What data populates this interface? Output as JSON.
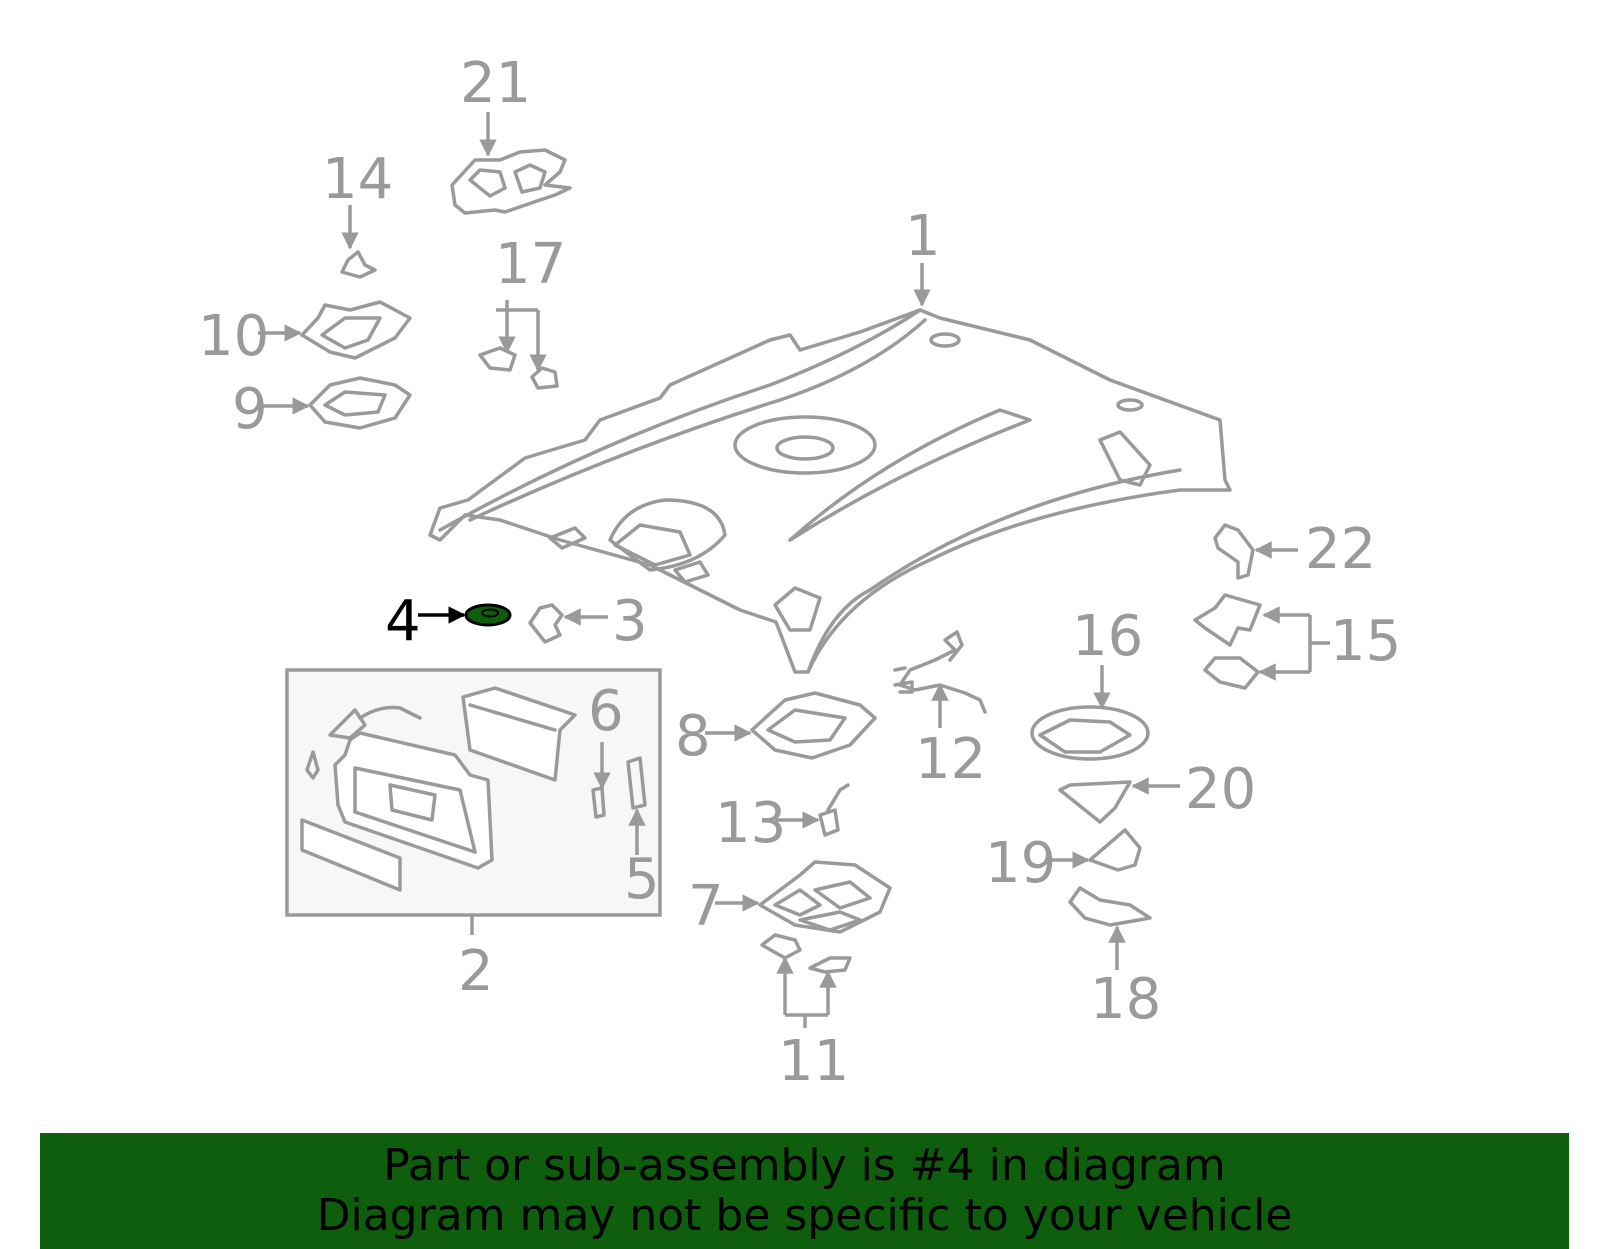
{
  "callouts": {
    "c1": "1",
    "c2": "2",
    "c3": "3",
    "c4": "4",
    "c5": "5",
    "c6": "6",
    "c7": "7",
    "c8": "8",
    "c9": "9",
    "c10": "10",
    "c11": "11",
    "c12": "12",
    "c13": "13",
    "c14": "14",
    "c15": "15",
    "c16": "16",
    "c17": "17",
    "c18": "18",
    "c19": "19",
    "c20": "20",
    "c21": "21",
    "c22": "22"
  },
  "highlight": {
    "part_number": "4",
    "color": "#0e5e0e"
  },
  "banner": {
    "line1": "Part or sub-assembly is #4 in diagram",
    "line2": "Diagram may not be specific to your vehicle",
    "background": "#0e5e0e"
  }
}
